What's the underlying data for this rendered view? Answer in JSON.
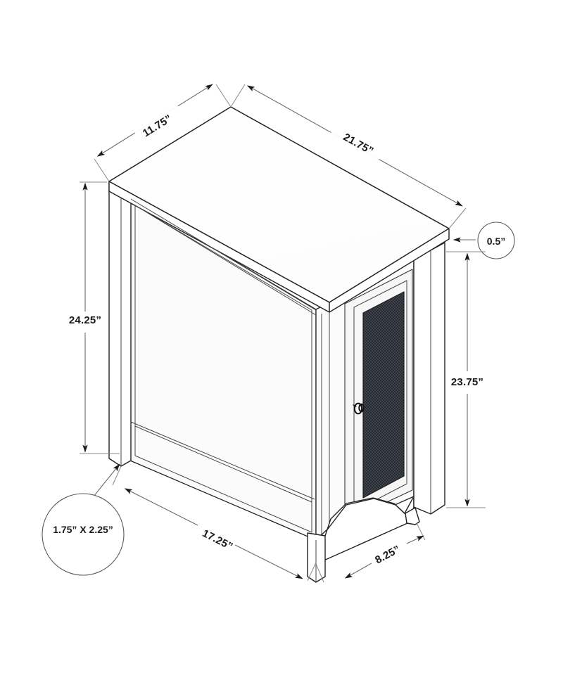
{
  "drawing": {
    "title": "Accent End Table Dimensioned Isometric Drawing",
    "unit_symbol": "\"",
    "line_color": "#222222",
    "dimension_color": "#6a6a6a",
    "mesh_color": "#3c4048",
    "background": "#ffffff"
  },
  "dimensions": {
    "depth_top": "11.75”",
    "width_top": "21.75”",
    "top_thickness": "0.5”",
    "overall_height": "24.25”",
    "side_height": "23.75”",
    "base_width": "17.25”",
    "base_depth": "8.25”",
    "leg_section": "1.75” X 2.25”"
  },
  "callouts": [
    {
      "id": "top-thickness",
      "label": "0.5”"
    },
    {
      "id": "leg-section",
      "label": "1.75” X 2.25”"
    }
  ],
  "dimension_list": [
    {
      "id": "depth-top",
      "label": "11.75”",
      "orientation": "diagonal-left"
    },
    {
      "id": "width-top",
      "label": "21.75”",
      "orientation": "diagonal-right"
    },
    {
      "id": "overall-height",
      "label": "24.25”",
      "orientation": "vertical-left"
    },
    {
      "id": "side-height",
      "label": "23.75”",
      "orientation": "vertical-right"
    },
    {
      "id": "base-width",
      "label": "17.25”",
      "orientation": "diagonal-bottom-left"
    },
    {
      "id": "base-depth",
      "label": "8.25”",
      "orientation": "diagonal-bottom-right"
    }
  ],
  "product_parts": {
    "tabletop": "tabletop",
    "left_panel": "side-panel",
    "front_door": "cabinet-door",
    "door_mesh": "mesh-grille-panel",
    "door_knob": "door-knob",
    "front_apron": "curved-apron",
    "legs": "tapered-legs",
    "bottom_rail": "bottom-rail"
  }
}
